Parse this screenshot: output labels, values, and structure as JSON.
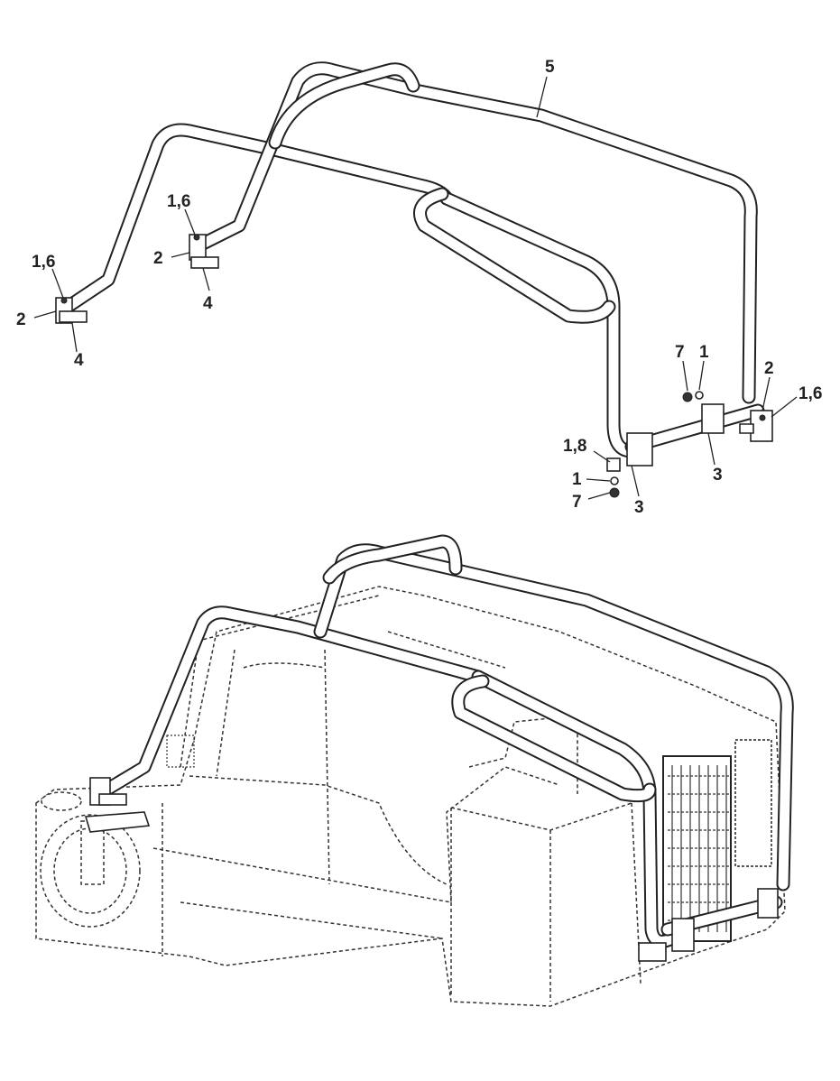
{
  "diagram": {
    "callouts": {
      "c5": "5",
      "c16_left": "1,6",
      "c2_left": "2",
      "c4_left": "4",
      "c16_mid": "1,6",
      "c2_mid": "2",
      "c4_mid": "4",
      "c7_top": "7",
      "c1_top": "1",
      "c2_right": "2",
      "c16_right": "1,6",
      "c18": "1,8",
      "c3_right": "3",
      "c1_bottom": "1",
      "c7_bottom": "7",
      "c3_bottom": "3"
    }
  }
}
